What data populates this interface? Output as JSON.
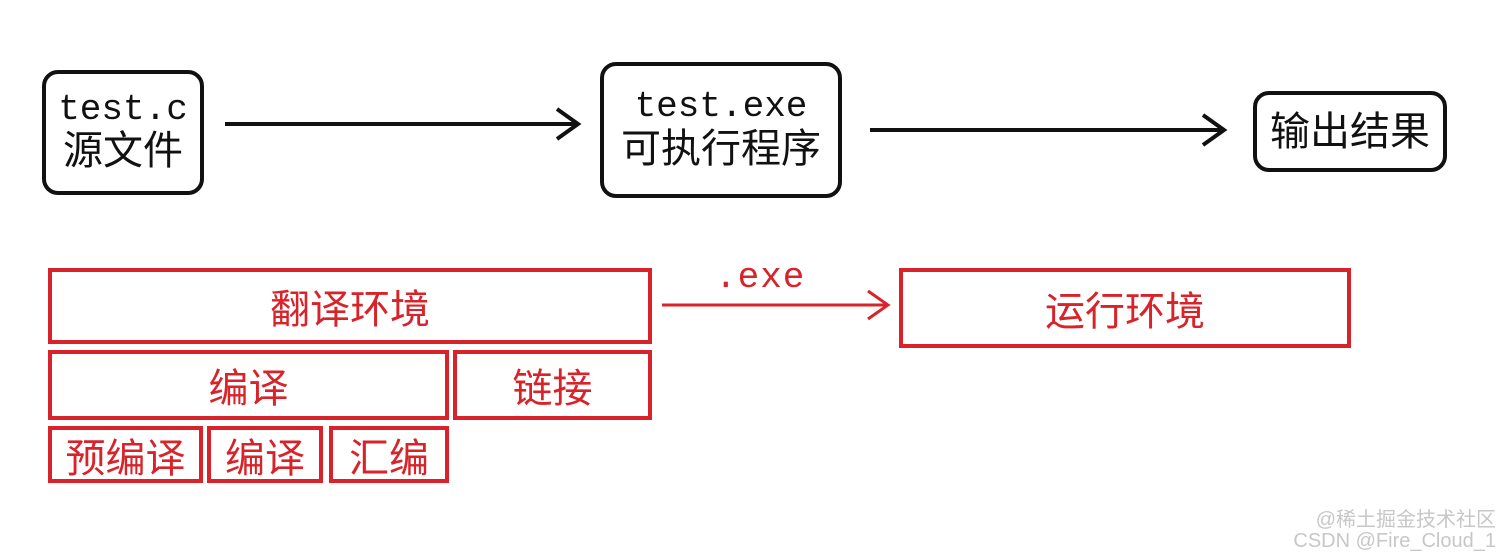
{
  "flow": {
    "source": {
      "filename": "test.c",
      "label": "源文件"
    },
    "executable": {
      "filename": "test.exe",
      "label": "可执行程序"
    },
    "output": {
      "label": "输出结果"
    }
  },
  "environments": {
    "translation": "翻译环境",
    "compile": "编译",
    "link": "链接",
    "steps": [
      "预编译",
      "编译",
      "汇编"
    ],
    "transfer_label": ".exe",
    "runtime": "运行环境"
  },
  "watermark": {
    "line1": "@稀土掘金技术社区",
    "line2": "CSDN @Fire_Cloud_1"
  },
  "colors": {
    "black": "#111111",
    "red": "#d8232a",
    "watermark": "#c7c7c7"
  }
}
